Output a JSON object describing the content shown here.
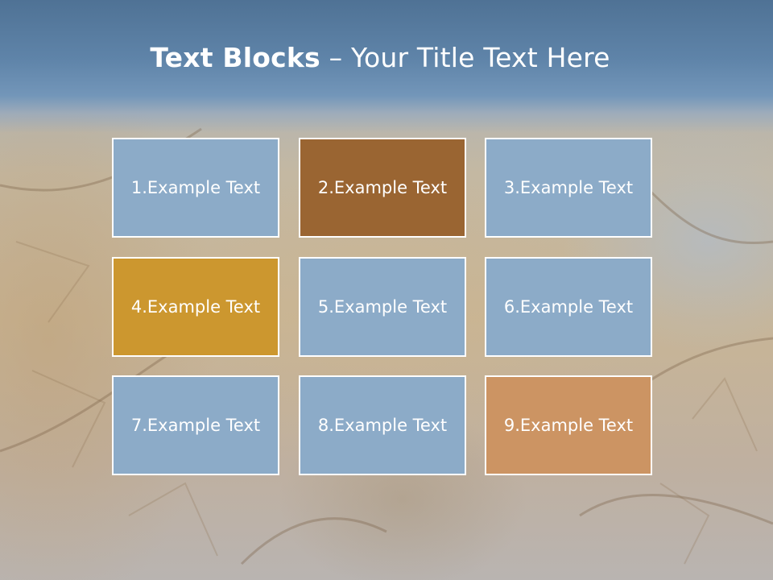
{
  "slide": {
    "title_bold": "Text Blocks",
    "title_dash": " – ",
    "title_rest": "Your Title Text Here"
  },
  "blocks": [
    {
      "label": "1.Example Text",
      "color": "#8cabc8"
    },
    {
      "label": "2.Example Text",
      "color": "#9a6532"
    },
    {
      "label": "3.Example Text",
      "color": "#8cabc8"
    },
    {
      "label": "4.Example Text",
      "color": "#cc972f"
    },
    {
      "label": "5.Example Text",
      "color": "#8cabc8"
    },
    {
      "label": "6.Example Text",
      "color": "#8cabc8"
    },
    {
      "label": "7.Example Text",
      "color": "#8cabc8"
    },
    {
      "label": "8.Example Text",
      "color": "#8cabc8"
    },
    {
      "label": "9.Example Text",
      "color": "#cc9463"
    }
  ],
  "colors": {
    "header_blue": "#5f84a9",
    "block_blue": "#8cabc8",
    "block_brown": "#9a6532",
    "block_gold": "#cc972f",
    "block_tan": "#cc9463",
    "border": "#ffffff"
  }
}
